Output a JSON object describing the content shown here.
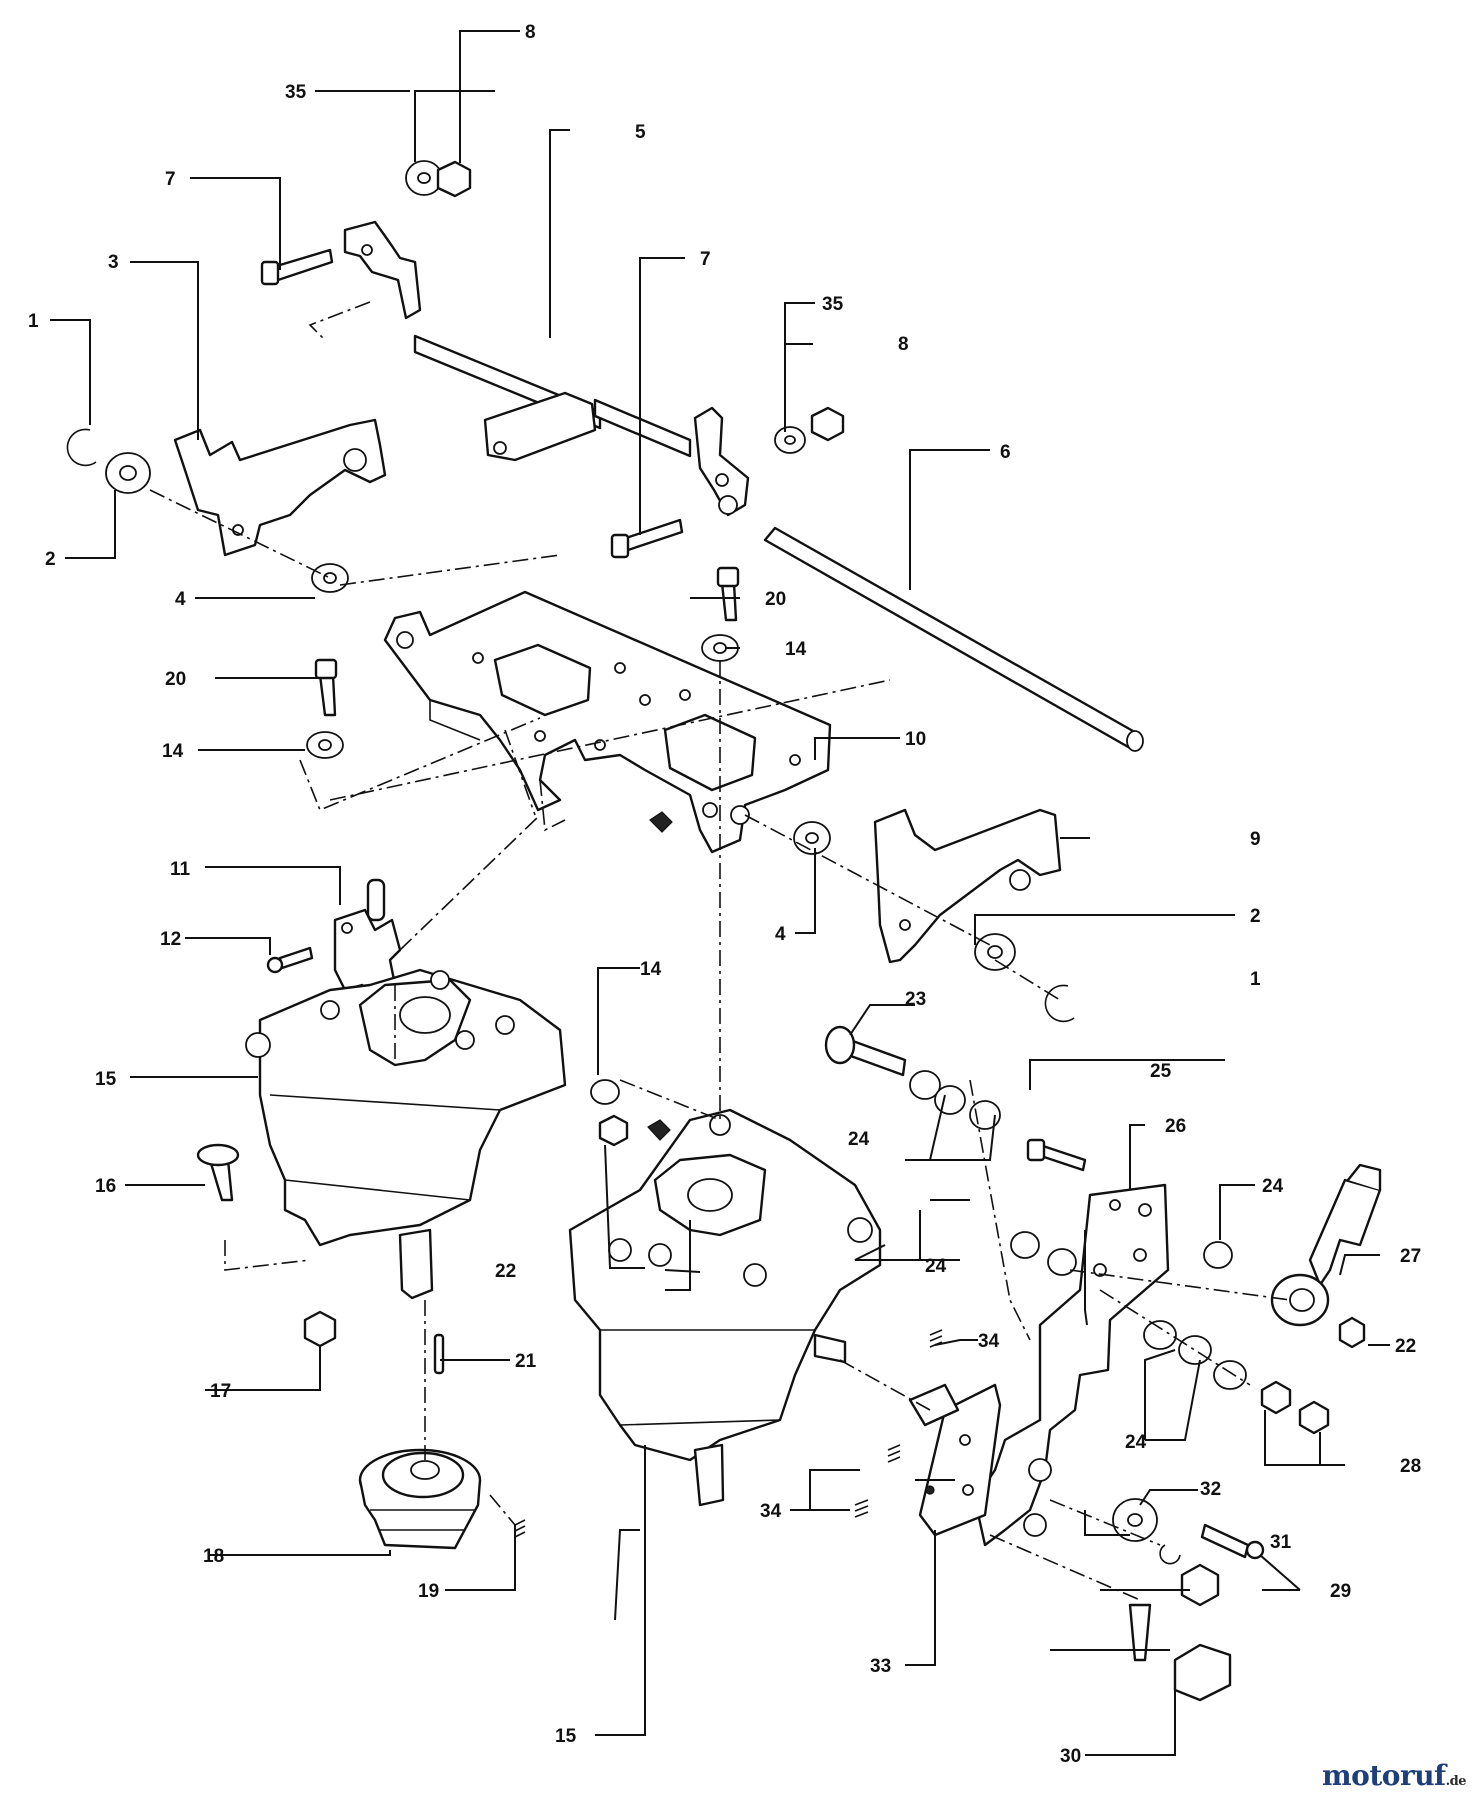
{
  "diagram": {
    "callouts": [
      "1",
      "2",
      "3",
      "4",
      "5",
      "6",
      "7",
      "8",
      "9",
      "10",
      "11",
      "12",
      "14",
      "15",
      "16",
      "17",
      "18",
      "19",
      "20",
      "21",
      "22",
      "23",
      "24",
      "25",
      "26",
      "27",
      "28",
      "29",
      "30",
      "31",
      "32",
      "33",
      "34",
      "35"
    ]
  },
  "watermark": {
    "brand": "motoruf",
    "tld": ".de"
  }
}
